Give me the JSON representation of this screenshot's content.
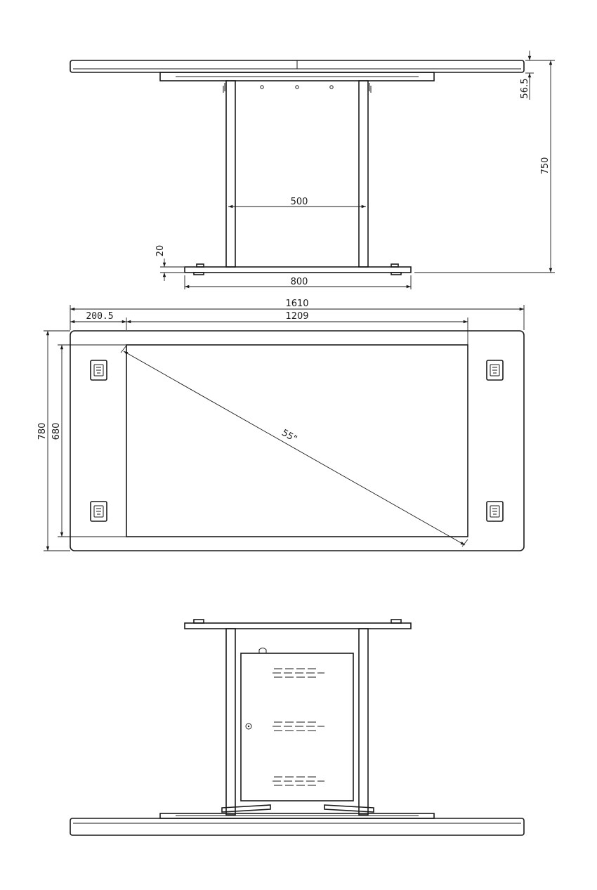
{
  "dimensions": {
    "top_height_56_5": "56.5",
    "total_height": "750",
    "leg_spacing": "500",
    "base_thickness": "20",
    "base_width": "800",
    "overall_length": "1610",
    "side_margin": "200.5",
    "screen_width": "1209",
    "overall_depth": "780",
    "screen_depth": "680",
    "screen_diagonal": "55\""
  }
}
